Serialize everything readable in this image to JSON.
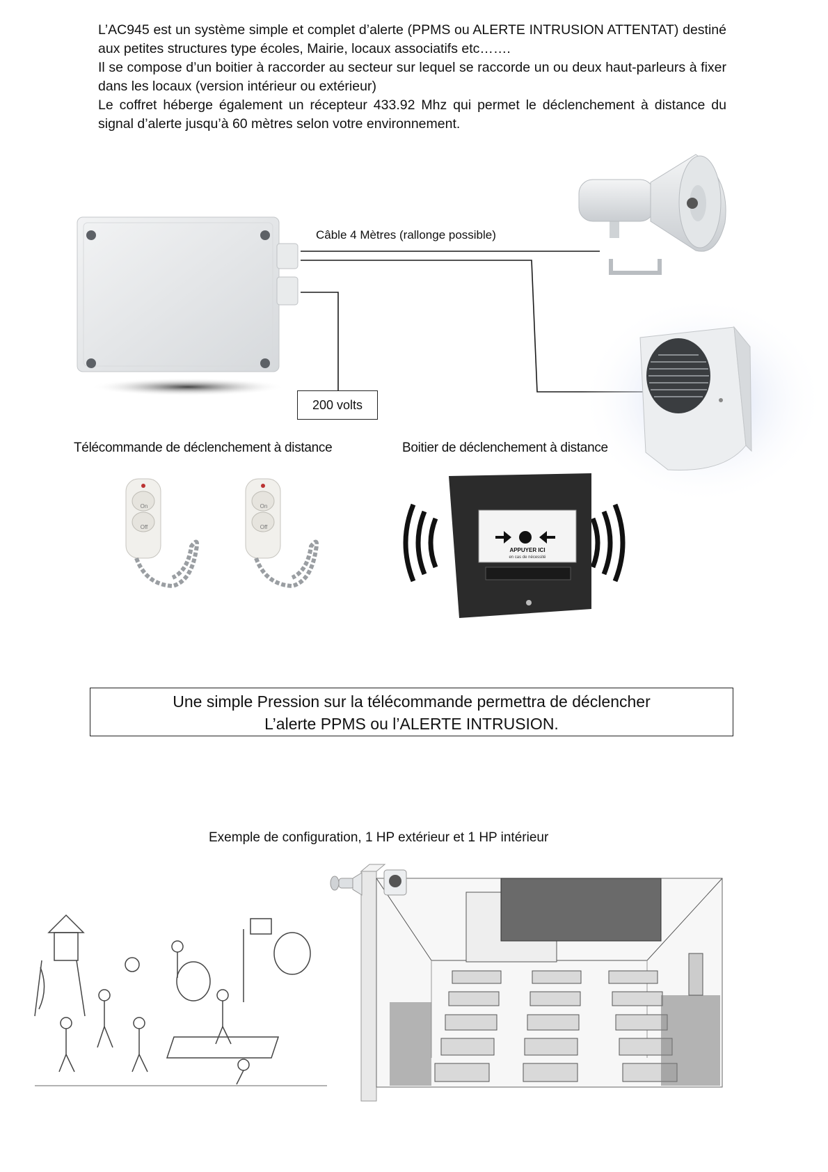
{
  "intro": {
    "p1": "L’AC945 est un système simple et complet d’alerte (PPMS ou ALERTE INTRUSION ATTENTAT) destiné aux petites structures type écoles, Mairie, locaux associatifs etc…….",
    "p2": "Il se compose d’un boitier à raccorder au secteur sur lequel se raccorde un ou deux haut-parleurs à fixer dans les locaux (version intérieur ou extérieur)",
    "p3": "Le coffret héberge également un récepteur 433.92 Mhz qui permet le déclenchement à distance du signal d’alerte jusqu’à 60 mètres selon votre environnement."
  },
  "diagram": {
    "cable_label": "Câble 4 Mètres (rallonge possible)",
    "power_label": "200 volts"
  },
  "captions": {
    "remote": "Télécommande de déclenchement à distance",
    "trigger_box": "Boitier de déclenchement à distance"
  },
  "trigger_box": {
    "button_text": "APPUYER ICI",
    "sub_text": "en cas de nécessité"
  },
  "remote": {
    "button_top": "On",
    "button_bottom": "Off"
  },
  "callout": {
    "line1": "Une simple Pression sur la télécommande permettra de déclencher",
    "line2": "L’alerte PPMS ou l’ALERTE INTRUSION."
  },
  "config_caption": "Exemple de configuration, 1 HP extérieur et 1 HP intérieur",
  "colors": {
    "box_grey": "#e4e6e8",
    "trigger_black": "#2b2b2b",
    "line": "#1a1a1a"
  }
}
